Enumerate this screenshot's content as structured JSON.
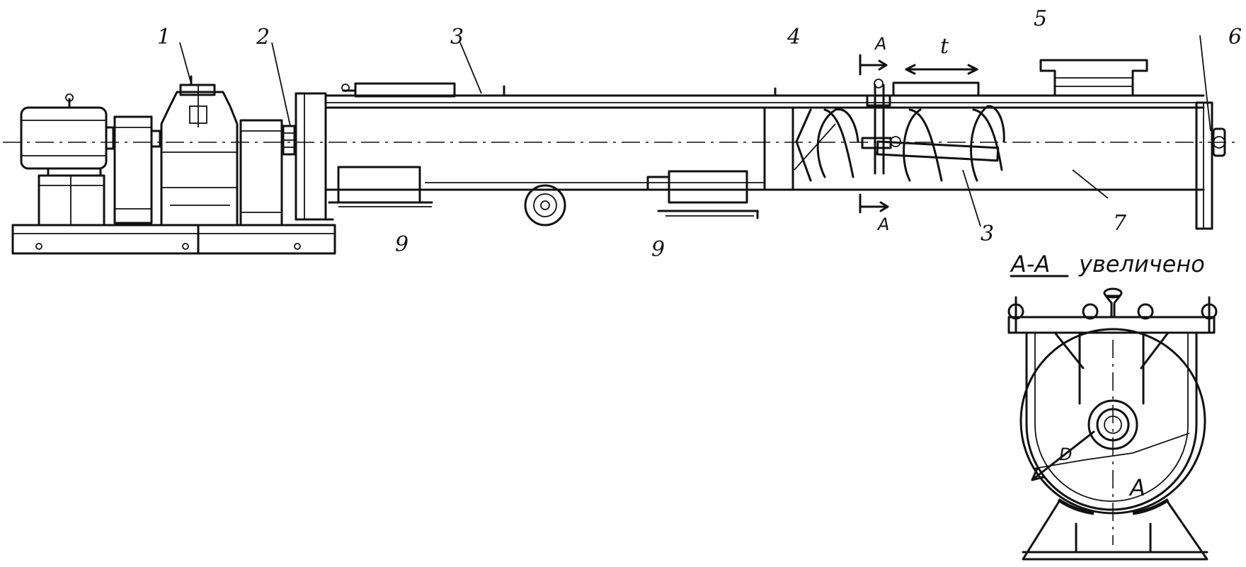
{
  "labels": {
    "n1": "1",
    "n2": "2",
    "n3_top": "3",
    "n4": "4",
    "n5": "5",
    "n6": "6",
    "n3_bottom": "3",
    "n7": "7",
    "n9_left": "9",
    "n9_right": "9",
    "section_a_top": "A",
    "section_a_bottom": "A",
    "pitch": "t",
    "diameter": "D",
    "section_a_detail": "A"
  },
  "caption": {
    "section_ref": "A-A",
    "section_word": "увеличено"
  }
}
